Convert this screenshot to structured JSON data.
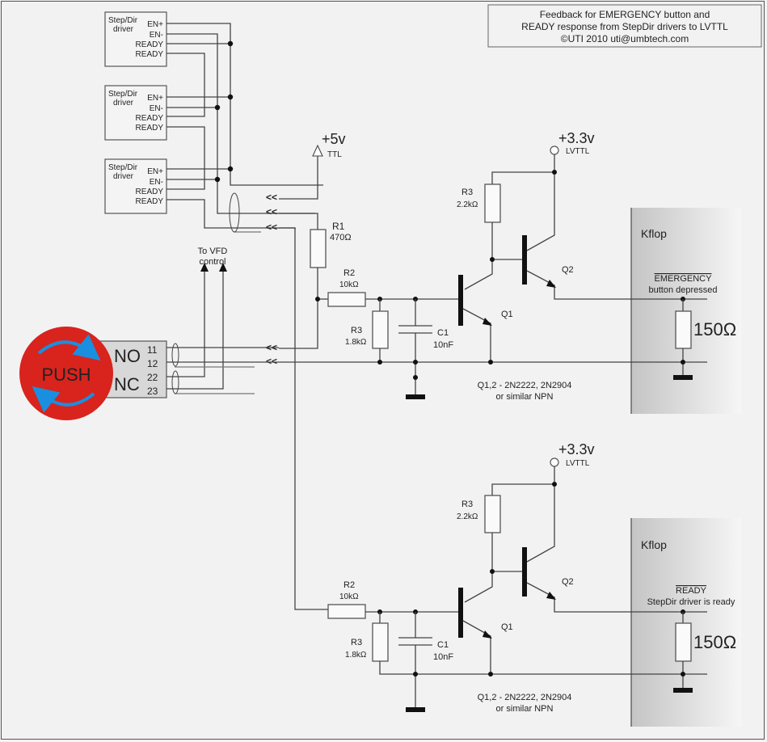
{
  "title_box": {
    "line1": "Feedback for EMERGENCY button and",
    "line2": "READY response from StepDir drivers to LVTTL",
    "line3": "©UTI 2010   uti@umbtech.com"
  },
  "drivers": [
    {
      "name_line1": "Step/Dir",
      "name_line2": "driver",
      "pins": [
        "EN+",
        "EN-",
        "READY",
        "READY"
      ]
    },
    {
      "name_line1": "Step/Dir",
      "name_line2": "driver",
      "pins": [
        "EN+",
        "EN-",
        "READY",
        "READY"
      ]
    },
    {
      "name_line1": "Step/Dir",
      "name_line2": "driver",
      "pins": [
        "EN+",
        "EN-",
        "READY",
        "READY"
      ]
    }
  ],
  "supply_5v": {
    "voltage": "+5v",
    "type": "TTL"
  },
  "vfd_label": {
    "line1": "To VFD",
    "line2": "control"
  },
  "push_button": {
    "label": "PUSH",
    "no_label": "NO",
    "nc_label": "NC",
    "pins": [
      "11",
      "12",
      "22",
      "23"
    ],
    "button_color": "#d9231d",
    "arrow_color": "#1a8fe0"
  },
  "r1": {
    "name": "R1",
    "value": "470Ω"
  },
  "circuits": [
    {
      "supply": {
        "voltage": "+3.3v",
        "type": "LVTTL"
      },
      "r3_top": {
        "name": "R3",
        "value": "2.2kΩ"
      },
      "r2": {
        "name": "R2",
        "value": "10kΩ"
      },
      "r3_bottom": {
        "name": "R3",
        "value": "1.8kΩ"
      },
      "c1": {
        "name": "C1",
        "value": "10nF"
      },
      "q1": "Q1",
      "q2": "Q2",
      "note_line1": "Q1,2 - 2N2222, 2N2904",
      "note_line2": "or similar NPN",
      "kflop": {
        "title": "Kflop",
        "signal": "EMERGENCY",
        "signal_desc": "button depressed",
        "resistor": "150Ω"
      }
    },
    {
      "supply": {
        "voltage": "+3.3v",
        "type": "LVTTL"
      },
      "r3_top": {
        "name": "R3",
        "value": "2.2kΩ"
      },
      "r2": {
        "name": "R2",
        "value": "10kΩ"
      },
      "r3_bottom": {
        "name": "R3",
        "value": "1.8kΩ"
      },
      "c1": {
        "name": "C1",
        "value": "10nF"
      },
      "q1": "Q1",
      "q2": "Q2",
      "note_line1": "Q1,2 - 2N2222, 2N2904",
      "note_line2": "or similar NPN",
      "kflop": {
        "title": "Kflop",
        "signal": "READY",
        "signal_desc": "StepDir driver is ready",
        "resistor": "150Ω"
      }
    }
  ]
}
